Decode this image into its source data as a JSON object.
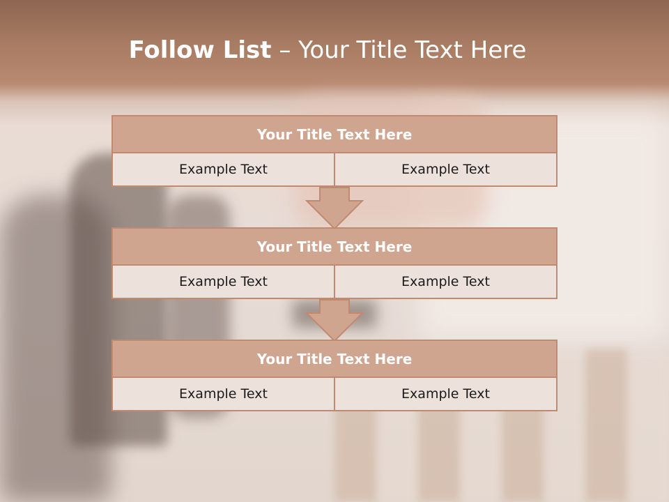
{
  "title": {
    "bold": "Follow List",
    "rest": " – Your Title Text Here"
  },
  "blocks": [
    {
      "header": "Your Title Text Here",
      "left": "Example Text",
      "right": "Example Text"
    },
    {
      "header": "Your Title Text Here",
      "left": "Example Text",
      "right": "Example Text"
    },
    {
      "header": "Your Title Text Here",
      "left": "Example Text",
      "right": "Example Text"
    }
  ],
  "colors": {
    "header_fill": "#cfa58f",
    "cell_fill": "#ede1dc",
    "border": "#c08a70",
    "title_band": "#a77a62"
  },
  "icons": [
    "down-arrow-icon",
    "down-arrow-icon"
  ]
}
